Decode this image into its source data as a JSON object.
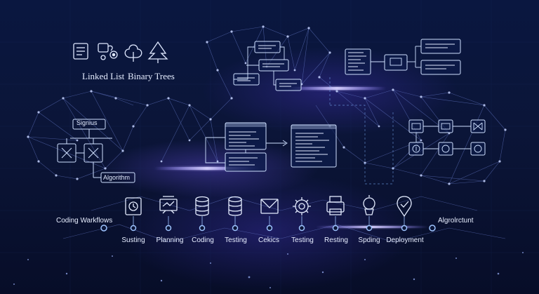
{
  "heading": {
    "linked_list": "Linked List",
    "binary_trees": "Binary Trees"
  },
  "diagram": {
    "top_box": "Signius",
    "bottom_box": "Algorithm"
  },
  "timeline": {
    "left_label": "Coding Warkflows",
    "right_label": "Algrolrctunt",
    "steps": [
      {
        "label": "Susting",
        "icon": "clock-icon"
      },
      {
        "label": "Planning",
        "icon": "whiteboard-icon"
      },
      {
        "label": "Coding",
        "icon": "database-icon"
      },
      {
        "label": "Testing",
        "icon": "database-icon"
      },
      {
        "label": "Cekics",
        "icon": "envelope-icon"
      },
      {
        "label": "Testing",
        "icon": "gear-icon"
      },
      {
        "label": "Resting",
        "icon": "printer-icon"
      },
      {
        "label": "Spding",
        "icon": "lamp-icon"
      },
      {
        "label": "Deployment",
        "icon": "checkmark-badge-icon"
      }
    ]
  },
  "colors": {
    "accent_line": "#7fb4ff",
    "glow": "#8a7bff",
    "background": "#0a1740"
  }
}
